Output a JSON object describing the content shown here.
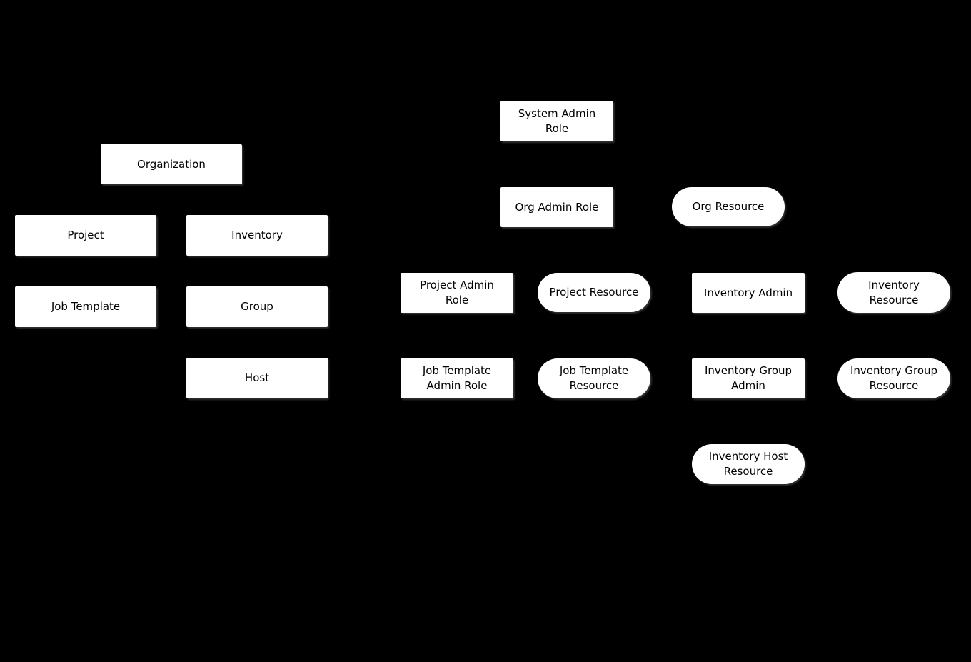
{
  "diagram": {
    "background_color": "#000000",
    "node_fill_color": "#ffffff",
    "node_text_color": "#000000",
    "nodes": {
      "organization": {
        "label": "Organization"
      },
      "project": {
        "label": "Project"
      },
      "inventory": {
        "label": "Inventory"
      },
      "job_template": {
        "label": "Job Template"
      },
      "group": {
        "label": "Group"
      },
      "host": {
        "label": "Host"
      },
      "system_admin_role": {
        "label": "System Admin\nRole"
      },
      "org_admin_role": {
        "label": "Org Admin Role"
      },
      "org_resource": {
        "label": "Org Resource"
      },
      "project_admin_role": {
        "label": "Project Admin\nRole"
      },
      "project_resource": {
        "label": "Project Resource"
      },
      "inventory_admin": {
        "label": "Inventory Admin"
      },
      "inventory_resource": {
        "label": "Inventory\nResource"
      },
      "job_template_admin_role": {
        "label": "Job Template\nAdmin Role"
      },
      "job_template_resource": {
        "label": "Job Template\nResource"
      },
      "inventory_group_admin": {
        "label": "Inventory Group\nAdmin"
      },
      "inventory_group_resource": {
        "label": "Inventory Group\nResource"
      },
      "inventory_host_resource": {
        "label": "Inventory Host\nResource"
      }
    }
  }
}
